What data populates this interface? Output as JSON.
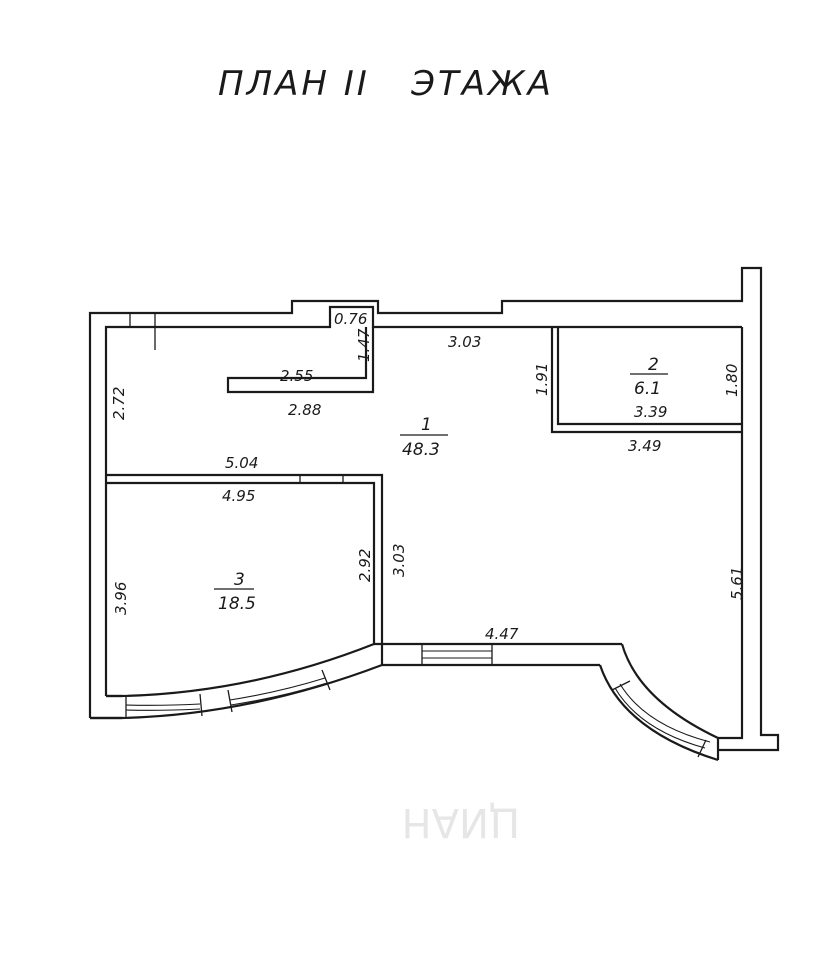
{
  "title": "ПЛАН II   ЭТАЖА",
  "watermark": "ЦИАН",
  "rooms": [
    {
      "number": "1",
      "area": "48.3"
    },
    {
      "number": "2",
      "area": "6.1"
    },
    {
      "number": "3",
      "area": "18.5"
    }
  ],
  "dimensions": {
    "d076": "0.76",
    "d147": "1.47",
    "d303_top": "3.03",
    "d191": "1.91",
    "d180": "1.80",
    "d339": "3.39",
    "d349": "3.49",
    "d272": "2.72",
    "d255": "2.55",
    "d288": "2.88",
    "d504": "5.04",
    "d495": "4.95",
    "d292": "2.92",
    "d303_mid": "3.03",
    "d396": "3.96",
    "d561": "5.61",
    "d447": "4.47"
  }
}
